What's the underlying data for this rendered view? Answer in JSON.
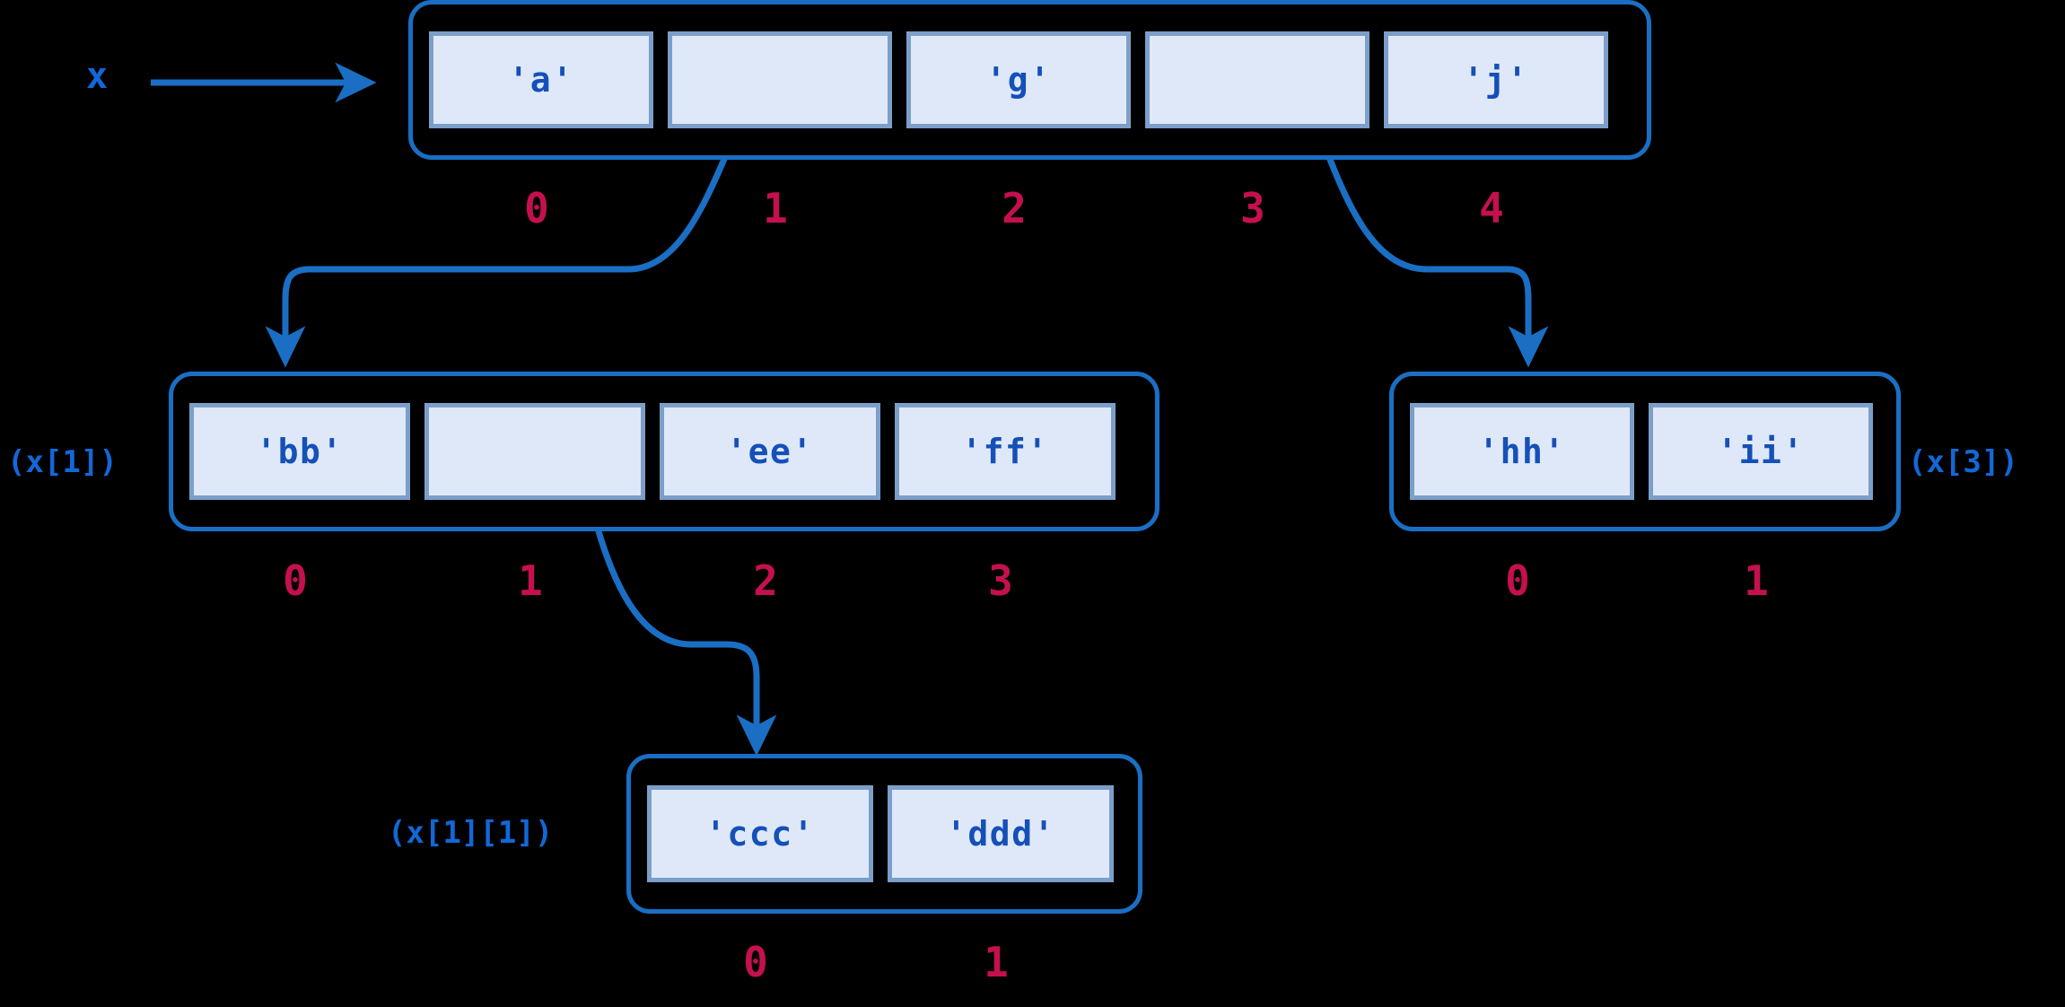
{
  "diagram": {
    "variable_label": "x",
    "accent_blue": "#1a6fc4",
    "text_blue": "#1550b8",
    "index_color": "#c4104f",
    "cell_fill": "#dfe8f8",
    "cell_border": "#7c9fc9",
    "background": "#000000"
  },
  "lists": {
    "root": {
      "name": "x",
      "cells": [
        {
          "value": "'a'",
          "empty": false
        },
        {
          "value": "",
          "empty": true
        },
        {
          "value": "'g'",
          "empty": false
        },
        {
          "value": "",
          "empty": true
        },
        {
          "value": "'j'",
          "empty": false
        }
      ],
      "indices": [
        "0",
        "1",
        "2",
        "3",
        "4"
      ]
    },
    "sub_x1": {
      "name": "(x[1])",
      "label": "(x[1])",
      "cells": [
        {
          "value": "'bb'",
          "empty": false
        },
        {
          "value": "",
          "empty": true
        },
        {
          "value": "'ee'",
          "empty": false
        },
        {
          "value": "'ff'",
          "empty": false
        }
      ],
      "indices": [
        "0",
        "1",
        "2",
        "3"
      ]
    },
    "sub_x3": {
      "name": "(x[3])",
      "label": "(x[3])",
      "cells": [
        {
          "value": "'hh'",
          "empty": false
        },
        {
          "value": "'ii'",
          "empty": false
        }
      ],
      "indices": [
        "0",
        "1"
      ]
    },
    "sub_x1_1": {
      "name": "(x[1][1])",
      "label": "(x[1][1])",
      "cells": [
        {
          "value": "'ccc'",
          "empty": false
        },
        {
          "value": "'ddd'",
          "empty": false
        }
      ],
      "indices": [
        "0",
        "1"
      ]
    }
  },
  "connectors": [
    {
      "name": "x-to-root",
      "from": "x-label",
      "to": "root-list"
    },
    {
      "name": "root1-to-sub-x1",
      "from": "root-cell-1",
      "to": "sub_x1-list"
    },
    {
      "name": "root3-to-sub-x3",
      "from": "root-cell-3",
      "to": "sub_x3-list"
    },
    {
      "name": "subx1-1-to-sub-x1-1",
      "from": "sub_x1-cell-1",
      "to": "sub_x1_1-list"
    }
  ]
}
